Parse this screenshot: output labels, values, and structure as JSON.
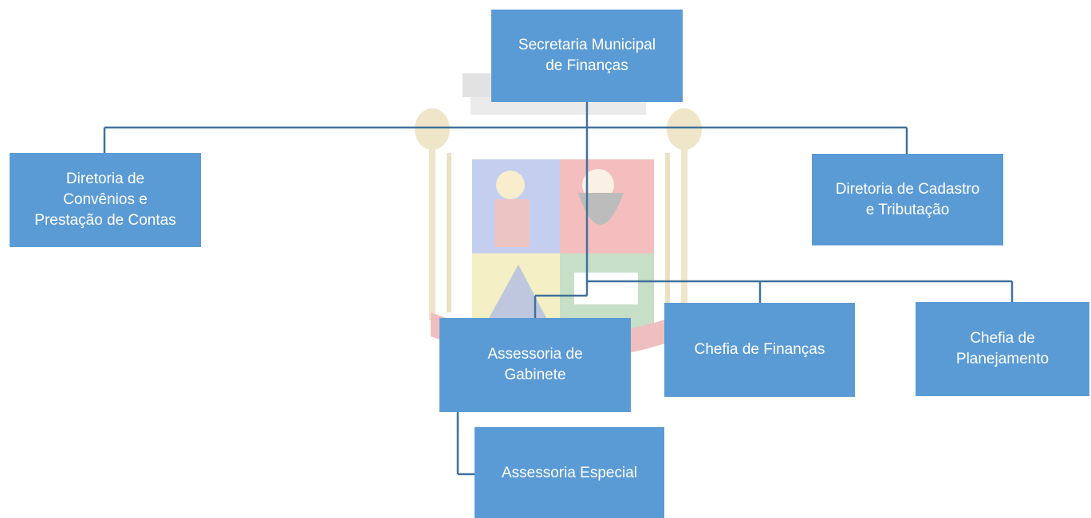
{
  "org_chart": {
    "root": {
      "label": "Secretaria Municipal\nde Finanças"
    },
    "directorates": [
      {
        "label": "Diretoria de\nConvênios e\nPrestação de Contas"
      },
      {
        "label": "Diretoria de Cadastro\ne Tributação"
      }
    ],
    "units": [
      {
        "label": "Assessoria de\nGabinete"
      },
      {
        "label": "Chefia de Finanças"
      },
      {
        "label": "Chefia de\nPlanejamento"
      }
    ],
    "sub_units": [
      {
        "label": "Assessoria Especial"
      }
    ]
  },
  "colors": {
    "box_fill": "#5b9bd5",
    "box_text": "#ffffff",
    "connector": "#41719c"
  },
  "watermark": {
    "icon": "coat-of-arms-icon"
  }
}
